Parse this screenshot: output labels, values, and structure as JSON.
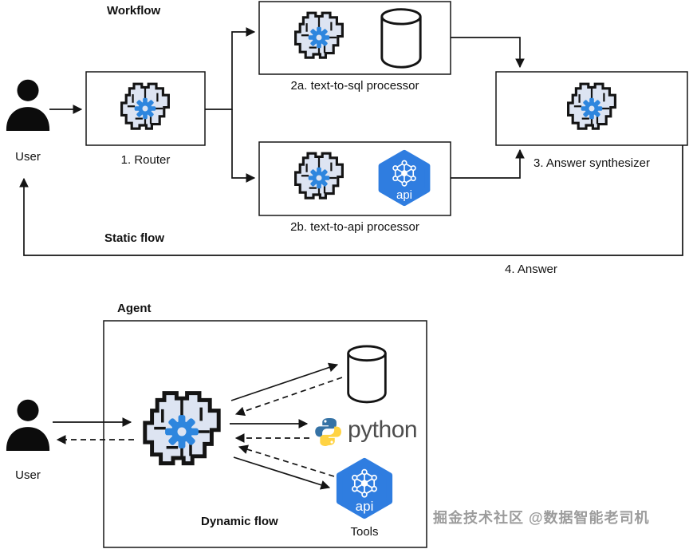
{
  "workflow": {
    "title": "Workflow",
    "flow_type_label": "Static flow",
    "user_label": "User",
    "nodes": {
      "router": "1. Router",
      "text_to_sql": "2a. text-to-sql processor",
      "text_to_api": "2b. text-to-api processor",
      "answer_synthesizer": "3. Answer synthesizer"
    },
    "answer_label": "4. Answer"
  },
  "agent": {
    "title": "Agent",
    "flow_type_label": "Dynamic flow",
    "user_label": "User",
    "tools_label": "Tools",
    "python_wordmark": "python"
  },
  "icons": {
    "user": "person-silhouette-icon",
    "llm": "brain-gear-icon",
    "database": "database-cylinder-icon",
    "api": "api-hexagon-icon",
    "api_badge_text": "api",
    "python": "python-logo-icon"
  },
  "colors": {
    "gear_blue": "#2e86de",
    "api_blue": "#2f7de0",
    "python_blue": "#3572a5",
    "python_yellow": "#ffd343",
    "brain_fill": "#dde4f2",
    "line": "#141414",
    "watermark_gray": "#9c9c9c"
  },
  "watermark": "掘金技术社区 @数据智能老司机"
}
